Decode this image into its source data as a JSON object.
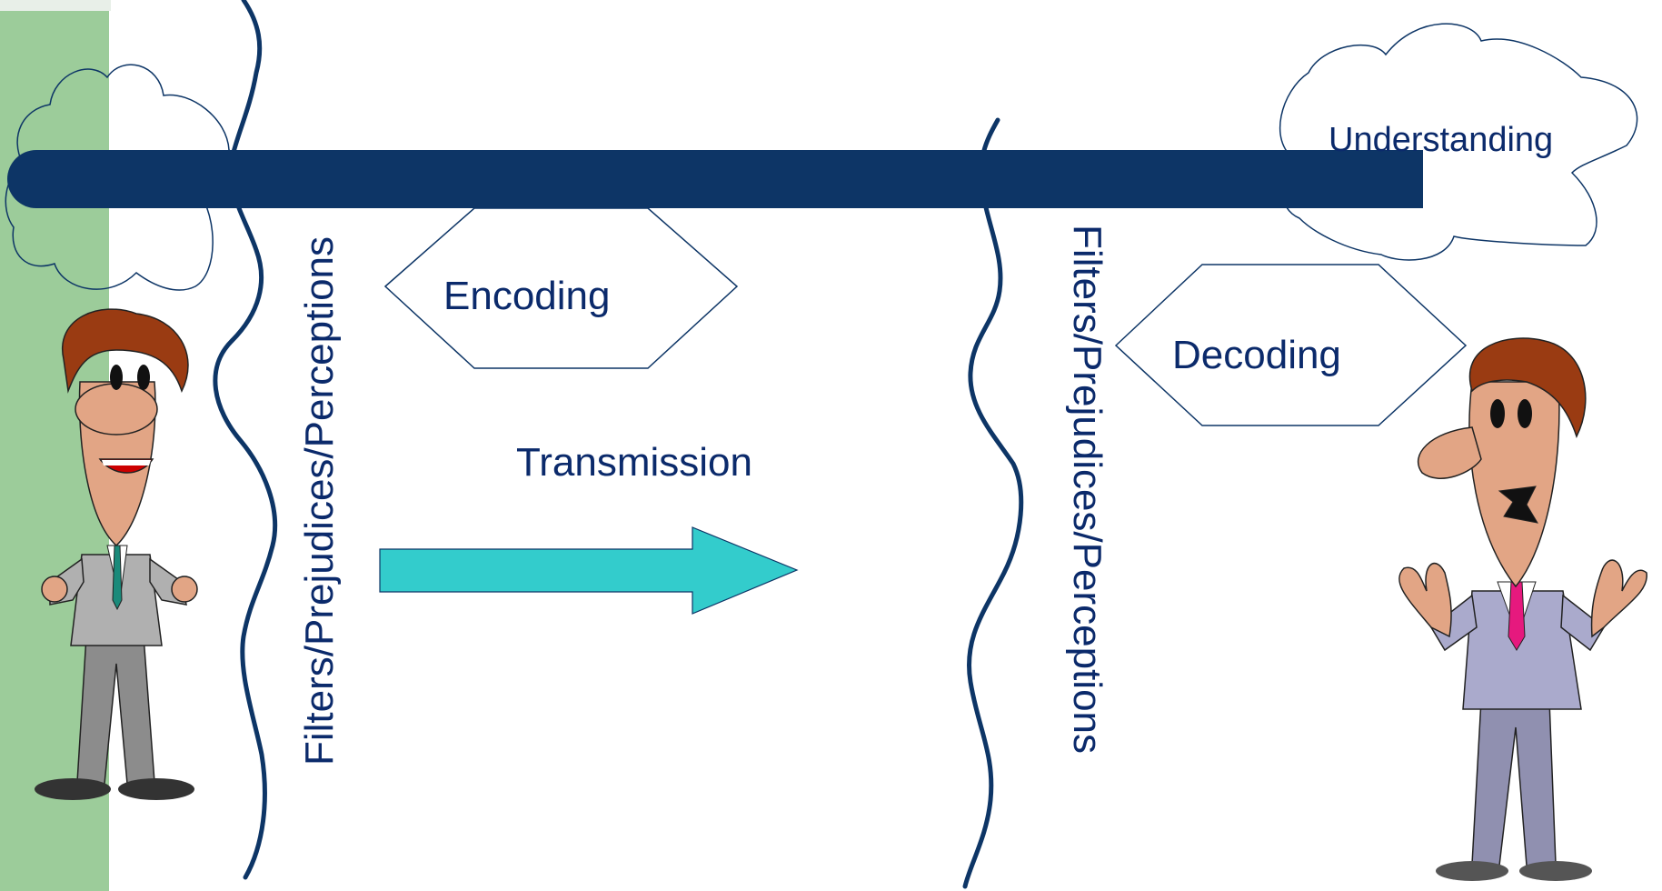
{
  "colors": {
    "accent_bar": "#0d3566",
    "left_stripe": "#9ccc9a",
    "transmission_arrow": "#33cccc",
    "text": "#0b2a6b",
    "outline": "#0d3566"
  },
  "diagram": {
    "labels": {
      "understanding": "Understanding",
      "encoding": "Encoding",
      "decoding": "Decoding",
      "transmission": "Transmission",
      "filters_left": "Filters/Prejudices/Perceptions",
      "filters_right": "Filters/Prejudices/Perceptions"
    },
    "icons": {
      "sender": "sender-person-icon",
      "receiver": "receiver-person-icon",
      "thought_left": "thought-cloud-icon",
      "thought_right": "thought-cloud-icon"
    }
  }
}
